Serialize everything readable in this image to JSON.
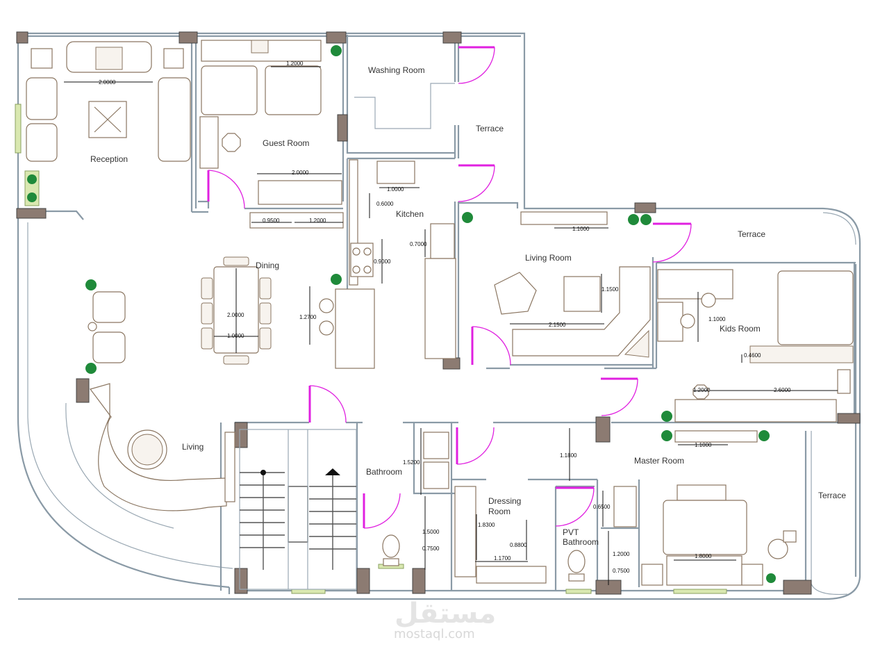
{
  "plan": {
    "rooms": [
      {
        "id": "reception",
        "label": "Reception"
      },
      {
        "id": "guest-room",
        "label": "Guest Room"
      },
      {
        "id": "washing-room",
        "label": "Washing Room"
      },
      {
        "id": "terrace-1",
        "label": "Terrace"
      },
      {
        "id": "kitchen",
        "label": "Kitchen"
      },
      {
        "id": "dining",
        "label": "Dining"
      },
      {
        "id": "living-room",
        "label": "Living Room"
      },
      {
        "id": "terrace-2",
        "label": "Terrace"
      },
      {
        "id": "kids-room",
        "label": "Kids Room"
      },
      {
        "id": "living",
        "label": "Living"
      },
      {
        "id": "bathroom",
        "label": "Bathroom"
      },
      {
        "id": "dressing-room-1",
        "label": "Dressing"
      },
      {
        "id": "dressing-room-2",
        "label": "Room"
      },
      {
        "id": "pvt-bathroom-1",
        "label": "PVT"
      },
      {
        "id": "pvt-bathroom-2",
        "label": "Bathroom"
      },
      {
        "id": "master-room",
        "label": "Master Room"
      },
      {
        "id": "terrace-3",
        "label": "Terrace"
      }
    ],
    "dimensions": [
      "2.0000",
      "1.2000",
      "2.0000",
      "0.9500",
      "1.2000",
      "1.0000",
      "0.6000",
      "0.7000",
      "0.9000",
      "1.2700",
      "2.0000",
      "1.0000",
      "1.1000",
      "1.1500",
      "2.1500",
      "1.1000",
      "0.4600",
      "1.2000",
      "2.6000",
      "1.1000",
      "1.5200",
      "1.1800",
      "1.5000",
      "0.7500",
      "1.8300",
      "0.8800",
      "1.1700",
      "0.6500",
      "1.2000",
      "0.7500",
      "1.8000"
    ]
  },
  "watermark": {
    "arabic": "مستقل",
    "domain": "mostaql.com"
  }
}
